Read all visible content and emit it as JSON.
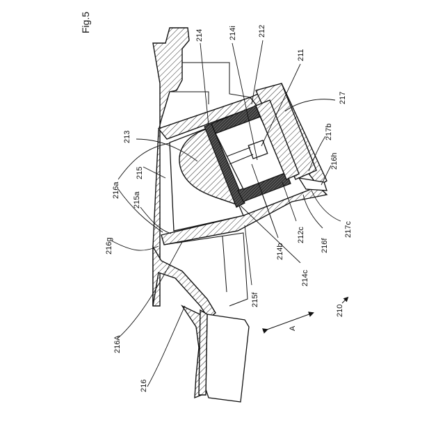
{
  "figure": {
    "title": "Fig.5"
  },
  "labels": [
    {
      "id": "lbl-214",
      "text": "214"
    },
    {
      "id": "lbl-214i",
      "text": "214i"
    },
    {
      "id": "lbl-212",
      "text": "212"
    },
    {
      "id": "lbl-211",
      "text": "211"
    },
    {
      "id": "lbl-217",
      "text": "217"
    },
    {
      "id": "lbl-217b",
      "text": "217b"
    },
    {
      "id": "lbl-216h",
      "text": "216h"
    },
    {
      "id": "lbl-217c",
      "text": "217c"
    },
    {
      "id": "lbl-216f",
      "text": "216f"
    },
    {
      "id": "lbl-212c",
      "text": "212c"
    },
    {
      "id": "lbl-214b",
      "text": "214b"
    },
    {
      "id": "lbl-214c",
      "text": "214c"
    },
    {
      "id": "lbl-215f",
      "text": "215f"
    },
    {
      "id": "lbl-210",
      "text": "210"
    },
    {
      "id": "lbl-a",
      "text": "A"
    },
    {
      "id": "lbl-213",
      "text": "213"
    },
    {
      "id": "lbl-215",
      "text": "215"
    },
    {
      "id": "lbl-216a",
      "text": "216a"
    },
    {
      "id": "lbl-215a",
      "text": "215a"
    },
    {
      "id": "lbl-216g",
      "text": "216g"
    },
    {
      "id": "lbl-216A",
      "text": "216A"
    },
    {
      "id": "lbl-216",
      "text": "216"
    }
  ]
}
